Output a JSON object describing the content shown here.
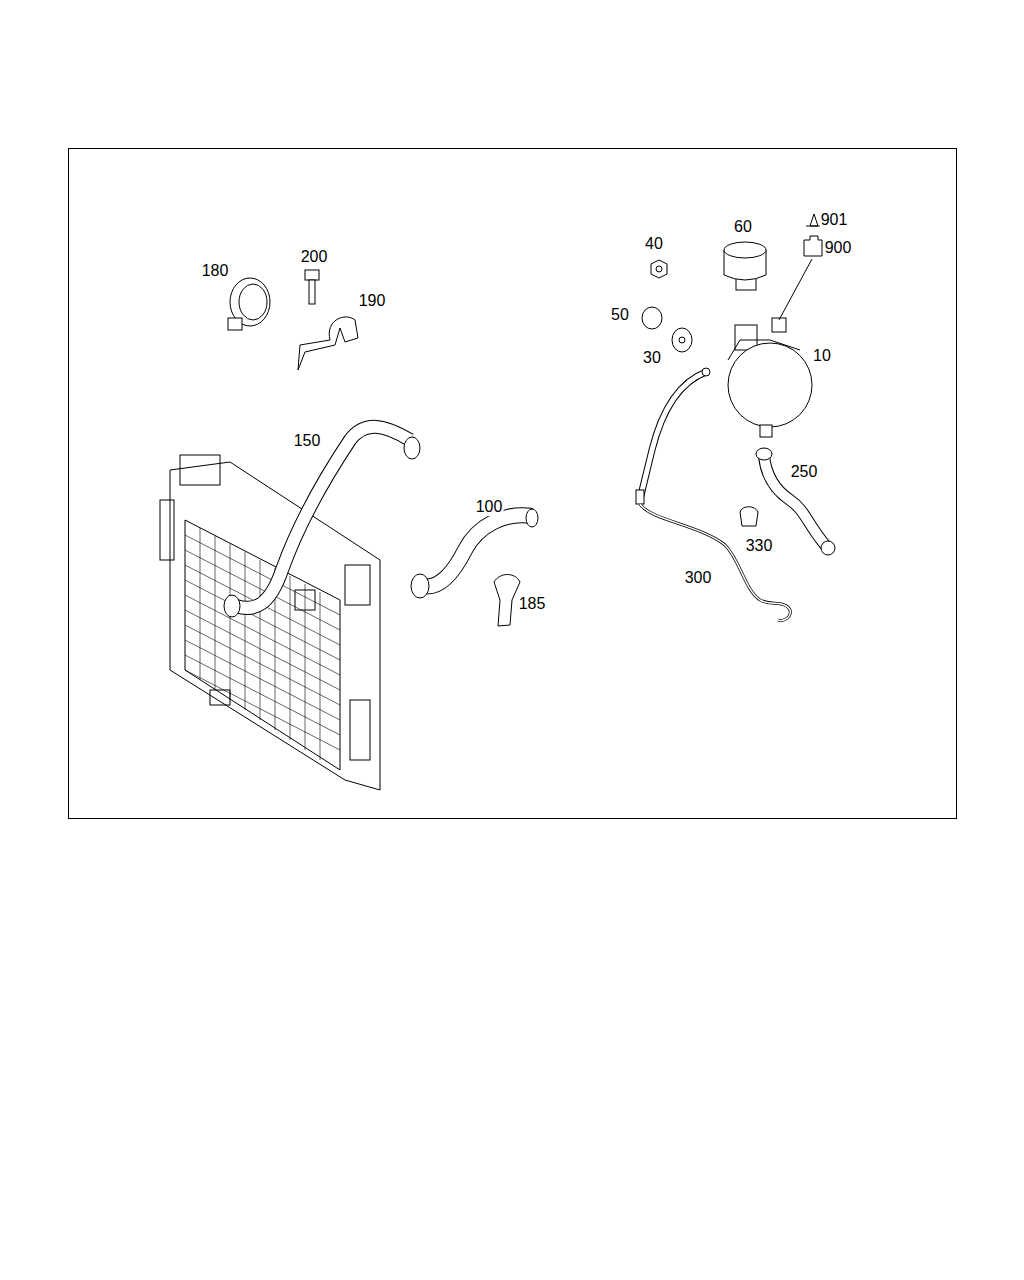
{
  "diagram": {
    "labels": [
      "180",
      "200",
      "190",
      "150",
      "100",
      "185",
      "40",
      "60",
      "901",
      "900",
      "50",
      "30",
      "10",
      "250",
      "330",
      "300"
    ]
  }
}
